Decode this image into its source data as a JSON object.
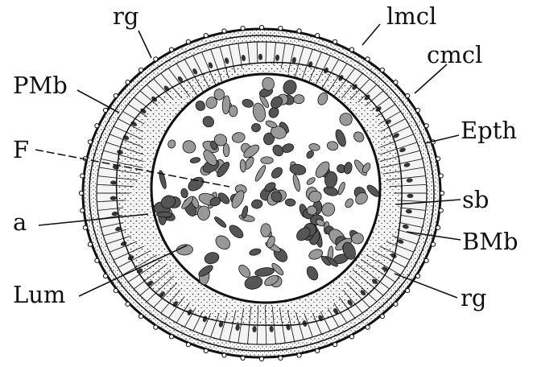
{
  "labels": {
    "rg_top": "rg",
    "lmcl": "lmcl",
    "cmcl": "cmcl",
    "pmb": "PMb",
    "epth": "Epth",
    "f": "F",
    "sb": "sb",
    "a": "a",
    "bmb": "BMb",
    "lum": "Lum",
    "rg_bottom": "rg"
  },
  "colors": {
    "ink": "#111111",
    "background": "#ffffff"
  }
}
